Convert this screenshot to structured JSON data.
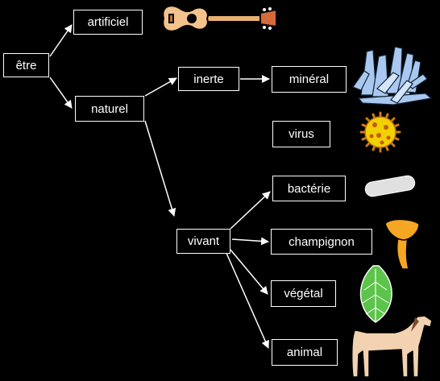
{
  "nodes": {
    "etre": "être",
    "artificiel": "artificiel",
    "naturel": "naturel",
    "inerte": "inerte",
    "mineral": "minéral",
    "virus": "virus",
    "vivant": "vivant",
    "bacterie": "bactérie",
    "champignon": "champignon",
    "vegetal": "végétal",
    "animal": "animal"
  },
  "icons": [
    "guitar-icon",
    "crystal-icon",
    "virus-icon",
    "bacterium-icon",
    "mushroom-icon",
    "leaf-icon",
    "horse-icon"
  ],
  "colors": {
    "background": "#000000",
    "box_border": "#ffffff",
    "text": "#ffffff",
    "guitar": "#f4c28c",
    "crystal": "#a8c8f0",
    "virus": "#f0d000",
    "bacterium": "#e0e0e0",
    "mushroom": "#f5a623",
    "leaf": "#5cc44a",
    "horse": "#f2d2b0"
  }
}
